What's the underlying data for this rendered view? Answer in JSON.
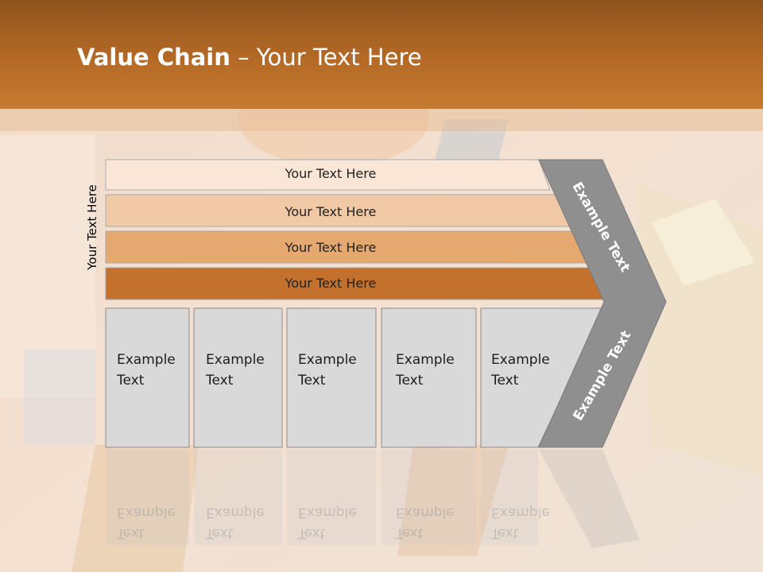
{
  "title": {
    "bold": "Value Chain",
    "rest": " – Your Text Here"
  },
  "vertical_label": "Your Text Here",
  "bars": [
    {
      "label": "Your Text Here",
      "color": "#f9e6d6"
    },
    {
      "label": "Your Text Here",
      "color": "#f1c9a6"
    },
    {
      "label": "Your Text Here",
      "color": "#e5a86f"
    },
    {
      "label": "Your Text Here",
      "color": "#c3712d"
    }
  ],
  "cells": [
    {
      "line1": "Example",
      "line2": "Text"
    },
    {
      "line1": "Example",
      "line2": "Text"
    },
    {
      "line1": "Example",
      "line2": "Text"
    },
    {
      "line1": "Example",
      "line2": "Text"
    },
    {
      "line1": "Example",
      "line2": "Text"
    }
  ],
  "arrow": {
    "top_label": "Example Text",
    "bottom_label": "Example Text",
    "color": "#8f8f8f"
  }
}
